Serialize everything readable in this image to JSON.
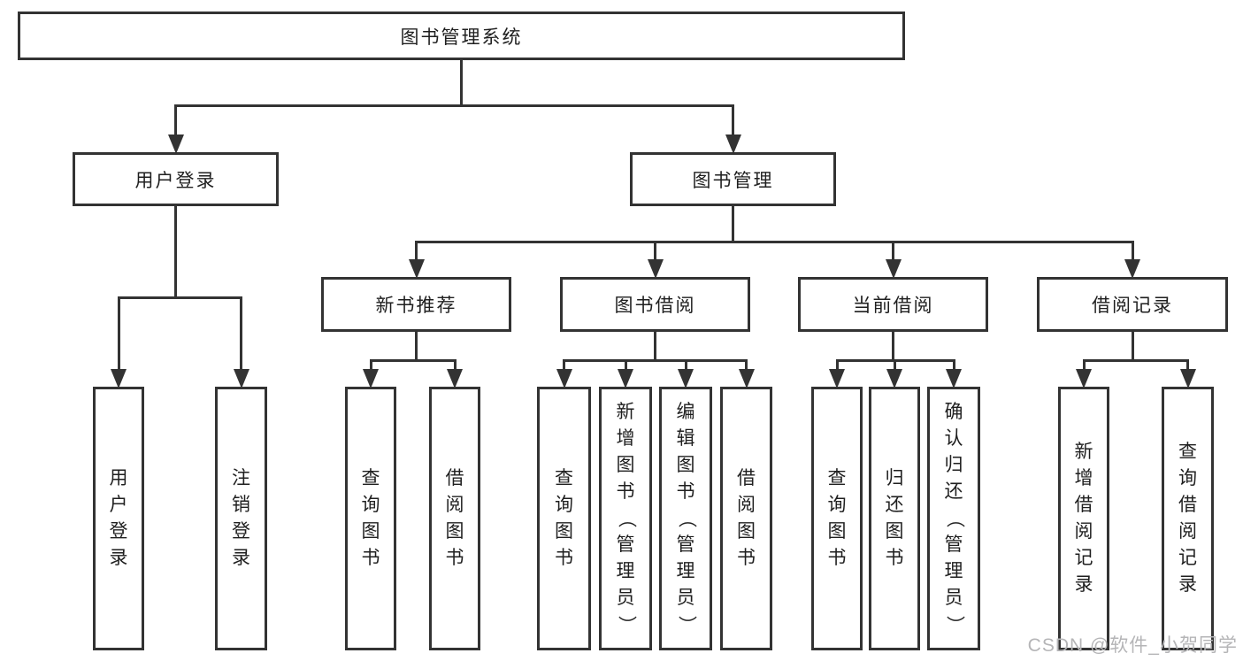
{
  "diagram": {
    "nodes": [
      {
        "id": "root",
        "label": "图书管理系统"
      },
      {
        "id": "user-login",
        "label": "用户登录"
      },
      {
        "id": "book-mgmt",
        "label": "图书管理"
      },
      {
        "id": "new-book-rec",
        "label": "新书推荐"
      },
      {
        "id": "book-borrow",
        "label": "图书借阅"
      },
      {
        "id": "current-borrow",
        "label": "当前借阅"
      },
      {
        "id": "borrow-records",
        "label": "借阅记录"
      },
      {
        "id": "leaf-user-login",
        "label": "用户登录"
      },
      {
        "id": "leaf-logout",
        "label": "注销登录"
      },
      {
        "id": "leaf-query-book-1",
        "label": "查询图书"
      },
      {
        "id": "leaf-borrow-book-1",
        "label": "借阅图书"
      },
      {
        "id": "leaf-query-book-2",
        "label": "查询图书"
      },
      {
        "id": "leaf-add-book",
        "label": "新增图书（管理员）"
      },
      {
        "id": "leaf-edit-book",
        "label": "编辑图书（管理员）"
      },
      {
        "id": "leaf-borrow-book-2",
        "label": "借阅图书"
      },
      {
        "id": "leaf-query-book-3",
        "label": "查询图书"
      },
      {
        "id": "leaf-return-book",
        "label": "归还图书"
      },
      {
        "id": "leaf-confirm-return",
        "label": "确认归还（管理员）"
      },
      {
        "id": "leaf-add-borrow-record",
        "label": "新增借阅记录"
      },
      {
        "id": "leaf-query-borrow-record",
        "label": "查询借阅记录"
      }
    ],
    "edges": [
      {
        "parent": "root",
        "children": [
          "user-login",
          "book-mgmt"
        ]
      },
      {
        "parent": "user-login",
        "children": [
          "leaf-user-login",
          "leaf-logout"
        ]
      },
      {
        "parent": "book-mgmt",
        "children": [
          "new-book-rec",
          "book-borrow",
          "current-borrow",
          "borrow-records"
        ]
      },
      {
        "parent": "new-book-rec",
        "children": [
          "leaf-query-book-1",
          "leaf-borrow-book-1"
        ]
      },
      {
        "parent": "book-borrow",
        "children": [
          "leaf-query-book-2",
          "leaf-add-book",
          "leaf-edit-book",
          "leaf-borrow-book-2"
        ]
      },
      {
        "parent": "current-borrow",
        "children": [
          "leaf-query-book-3",
          "leaf-return-book",
          "leaf-confirm-return"
        ]
      },
      {
        "parent": "borrow-records",
        "children": [
          "leaf-add-borrow-record",
          "leaf-query-borrow-record"
        ]
      }
    ]
  },
  "watermark": {
    "text": "CSDN @软件_小贺同学"
  },
  "colors": {
    "line": "#333333",
    "text": "#1f1f1f",
    "watermark": "#b5b5b7",
    "background": "#ffffff"
  }
}
